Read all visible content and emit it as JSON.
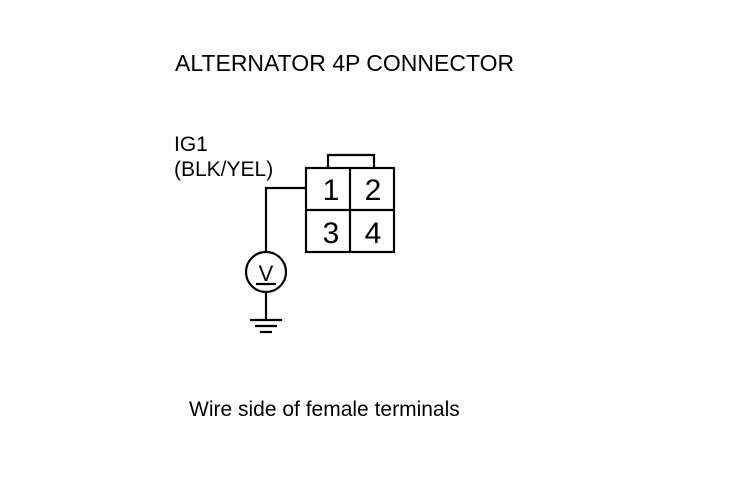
{
  "title": "ALTERNATOR 4P CONNECTOR",
  "wire": {
    "name": "IG1",
    "color_code": "(BLK/YEL)"
  },
  "connector": {
    "pins": [
      "1",
      "2",
      "3",
      "4"
    ],
    "probe_pin": "1"
  },
  "meter": {
    "symbol": "V",
    "icon": "voltmeter-icon"
  },
  "ground": {
    "icon": "ground-icon"
  },
  "caption": "Wire side of female terminals"
}
